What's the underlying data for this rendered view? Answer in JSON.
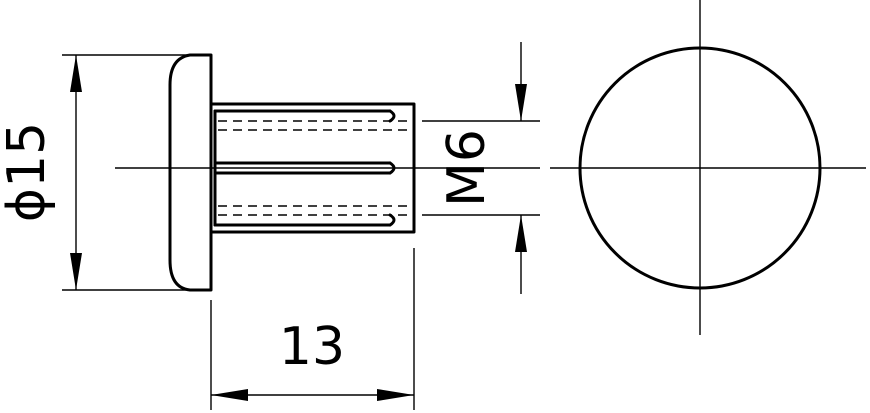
{
  "dimensions": {
    "diameter_label": "ϕ15",
    "length_label": "13",
    "thread_label": "M6"
  }
}
